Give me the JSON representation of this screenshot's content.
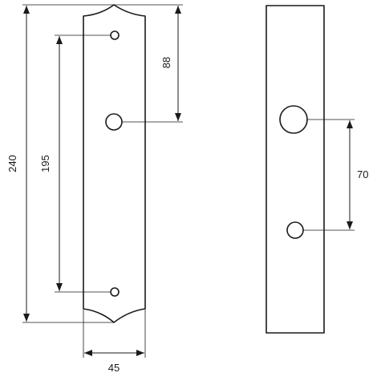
{
  "dimensions": {
    "overall_height": "240",
    "hole_spacing": "195",
    "top_to_handle": "88",
    "width": "45",
    "rect_hole_spacing": "70"
  }
}
